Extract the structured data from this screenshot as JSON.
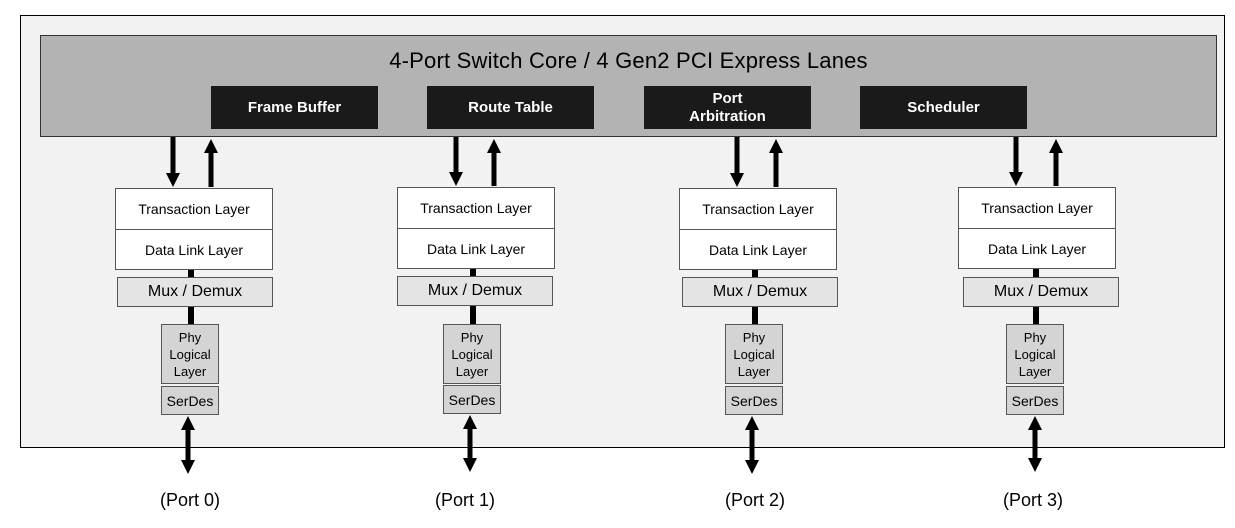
{
  "core_title": "4-Port Switch Core  /  4 Gen2 PCI Express Lanes",
  "core_blocks": [
    {
      "label": "Frame Buffer"
    },
    {
      "label": "Route Table"
    },
    {
      "label": "Port\nArbitration"
    },
    {
      "label": "Scheduler"
    }
  ],
  "ports": [
    {
      "transaction": "Transaction Layer",
      "datalink": "Data Link Layer",
      "mux": "Mux / Demux",
      "phy": "Phy\nLogical\nLayer",
      "serdes": "SerDes",
      "label": "(Port 0)"
    },
    {
      "transaction": "Transaction Layer",
      "datalink": "Data Link Layer",
      "mux": "Mux / Demux",
      "phy": "Phy\nLogical\nLayer",
      "serdes": "SerDes",
      "label": "(Port 1)"
    },
    {
      "transaction": "Transaction Layer",
      "datalink": "Data Link Layer",
      "mux": "Mux / Demux",
      "phy": "Phy\nLogical\nLayer",
      "serdes": "SerDes",
      "label": "(Port 2)"
    },
    {
      "transaction": "Transaction Layer",
      "datalink": "Data Link Layer",
      "mux": "Mux / Demux",
      "phy": "Phy\nLogical\nLayer",
      "serdes": "SerDes",
      "label": "(Port 3)"
    }
  ]
}
